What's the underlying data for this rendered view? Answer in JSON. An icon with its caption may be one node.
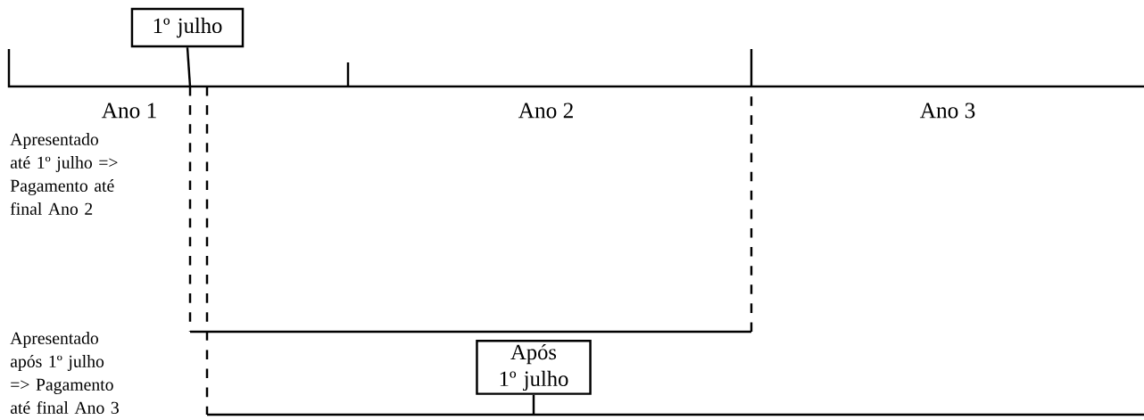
{
  "diagram": {
    "nodes": [
      {
        "text": [
          "1º julho"
        ]
      },
      {
        "text": [
          "Após 1º julho"
        ]
      }
    ],
    "edges": [
      {
        "from": 0,
        "to": null,
        "arrow": "none"
      },
      {
        "from": 1,
        "to": null,
        "arrow": "none"
      }
    ],
    "labels": [
      "Ano 1",
      "Ano 2",
      "Ano 3",
      "Apresentado até 1º julho => Pagamento até final Ano 2",
      "Apresentado após 1º julho => Pagamento até final Ano 3"
    ]
  }
}
